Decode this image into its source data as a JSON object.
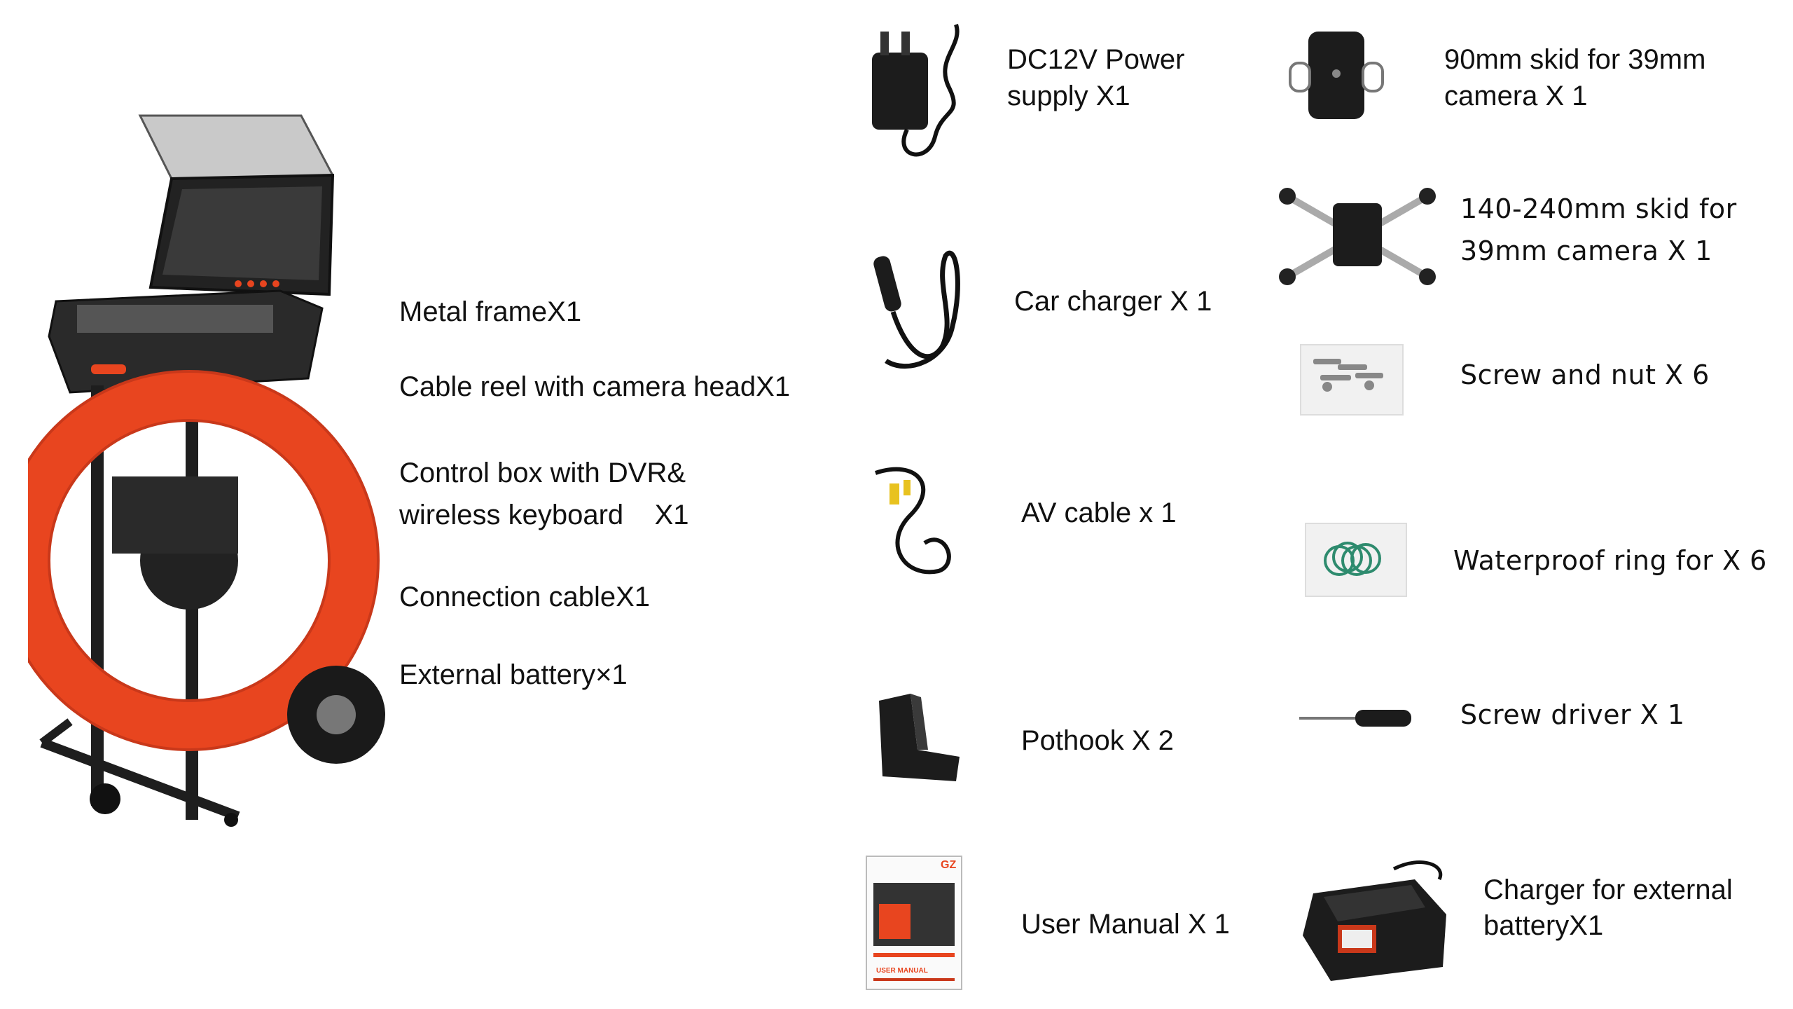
{
  "main_unit": {
    "items": [
      "Metal frameX1",
      "Cable reel with camera headX1",
      "Control box with DVR&",
      "wireless keyboard    X1",
      "Connection cableX1",
      "External battery×1"
    ]
  },
  "accessories_mid": [
    {
      "line1": "DC12V Power",
      "line2": "supply X1"
    },
    {
      "line1": "Car charger X 1"
    },
    {
      "line1": "AV cable x 1"
    },
    {
      "line1": "Pothook X 2"
    },
    {
      "line1": "User Manual X 1"
    }
  ],
  "accessories_right": [
    {
      "line1": "90mm skid for 39mm",
      "line2": "camera X 1"
    },
    {
      "line1": "140-240mm skid for",
      "line2": "39mm camera X 1"
    },
    {
      "line1": "Screw and nut X 6"
    },
    {
      "line1": "Waterproof ring for X 6"
    },
    {
      "line1": "Screw driver X 1"
    },
    {
      "line1": "Charger for external",
      "line2": "batteryX1"
    }
  ],
  "icons": {
    "main": "pipe-inspection-camera-reel-image",
    "power": "power-adapter-image",
    "car": "car-charger-image",
    "av": "av-cable-image",
    "pothook": "pothook-image",
    "manual": "user-manual-image",
    "skid90": "skid-90mm-image",
    "skid140": "skid-140-240mm-image",
    "screws": "screw-nut-bag-image",
    "rings": "waterproof-ring-bag-image",
    "driver": "screwdriver-image",
    "charger": "battery-charger-image"
  },
  "manual_cover": {
    "brand": "GZ",
    "footer": "USER MANUAL"
  },
  "colors": {
    "cable": "#e8451f",
    "frame": "#1e1e1e",
    "text": "#111111"
  }
}
